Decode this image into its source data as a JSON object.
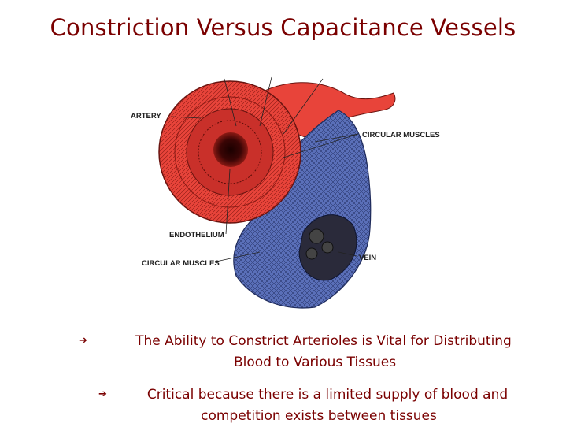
{
  "slide": {
    "title": "Constriction Versus Capacitance Vessels"
  },
  "diagram": {
    "labels": {
      "artery": "ARTERY",
      "circular_muscles_top": "CIRCULAR MUSCLES",
      "endothelium": "ENDOTHELIUM",
      "circular_muscles_bottom": "CIRCULAR MUSCLES",
      "vein": "VEIN"
    },
    "colors": {
      "artery": "#e8443a",
      "vein": "#5a6fb8",
      "text": "#7a0000"
    }
  },
  "bullets": [
    {
      "icon": "arrow-right-icon",
      "line1": "The Ability to Constrict Arterioles is Vital for Distributing",
      "line2": "Blood to Various Tissues"
    },
    {
      "icon": "arrow-right-icon",
      "line1": "Critical because there is a limited supply of blood and",
      "line2": "competition exists between tissues"
    }
  ]
}
